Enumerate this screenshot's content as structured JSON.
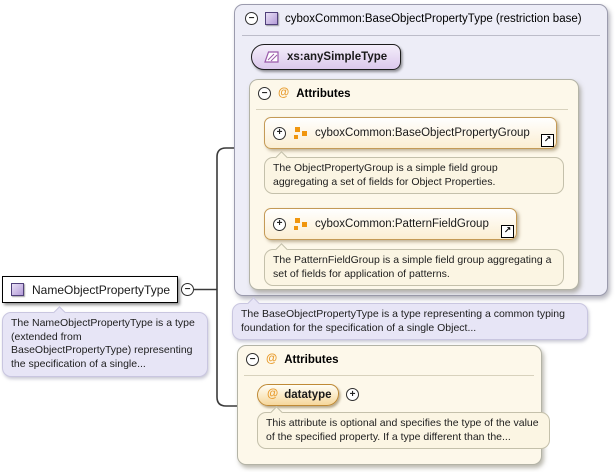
{
  "icons": {
    "minus": "−",
    "plus": "+",
    "at": "@",
    "link_arrow": "↗"
  },
  "colors": {
    "panel_lavender": "#ededf7",
    "panel_cream": "#fdf8ea",
    "tooltip_purple": "#e7e5f6",
    "tooltip_cream": "#fbf5e3",
    "group_row_border": "#c49a56",
    "accent_orange": "#e89c2e",
    "type_icon_purple": "#b49bd8",
    "connector": "#3a3a3a"
  },
  "root_type": {
    "label": "NameObjectPropertyType",
    "description": "The NameObjectPropertyType is a type (extended from BaseObjectPropertyType) representing the specification of a single..."
  },
  "base_type_panel": {
    "title": "cyboxCommon:BaseObjectPropertyType (restriction base)",
    "simple_type_label": "xs:anySimpleType",
    "attributes_section": {
      "header": "Attributes",
      "groups": [
        {
          "label": "cyboxCommon:BaseObjectPropertyGroup",
          "description": "The ObjectPropertyGroup is a simple field group aggregating a set of fields for Object Properties."
        },
        {
          "label": "cyboxCommon:PatternFieldGroup",
          "description": "The PatternFieldGroup is a simple field group aggregating a set of fields for application of patterns."
        }
      ]
    },
    "description": "The BaseObjectPropertyType is a type representing a common typing foundation for the specification of a single Object..."
  },
  "attributes_panel": {
    "header": "Attributes",
    "attributes": [
      {
        "name": "datatype",
        "description": "This attribute is optional and specifies the type of the value of the specified property. If a type different than the..."
      }
    ]
  }
}
